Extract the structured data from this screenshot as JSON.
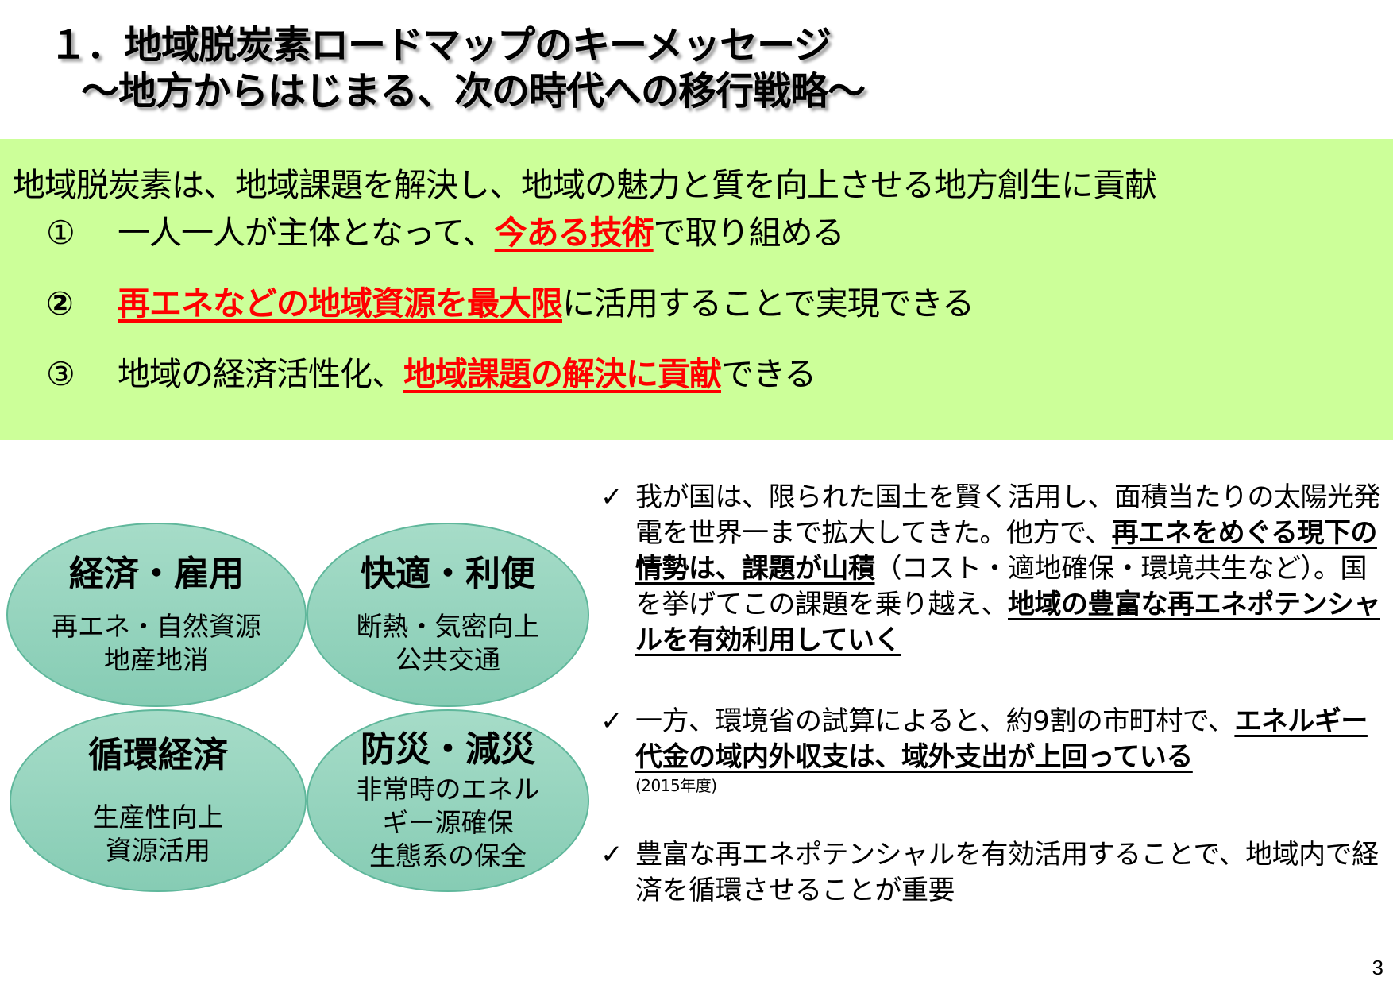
{
  "title": {
    "line1": "１．地域脱炭素ロードマップのキーメッセージ",
    "line2": "～地方からはじまる、次の時代への移行戦略～"
  },
  "key_message": {
    "lead": "地域脱炭素は、地域課題を解決し、地域の魅力と質を向上させる地方創生に貢献",
    "points": [
      {
        "num": "①",
        "before": "一人一人が主体となって、",
        "highlight": "今ある技術",
        "after": "で取り組める"
      },
      {
        "num": "②",
        "before": "",
        "highlight": "再エネなどの地域資源を最大限",
        "after": "に活用することで実現できる"
      },
      {
        "num": "③",
        "before": "地域の経済活性化、",
        "highlight": "地域課題の解決に貢献",
        "after": "できる"
      }
    ],
    "highlight_color": "#ff0000",
    "band_color": "#ccff99"
  },
  "benefits": [
    {
      "head": "経済・雇用",
      "sub1": "再エネ・自然資源",
      "sub2": "地産地消",
      "sub3": ""
    },
    {
      "head": "快適・利便",
      "sub1": "断熱・気密向上",
      "sub2": "公共交通",
      "sub3": ""
    },
    {
      "head": "循環経済",
      "sub1": "生産性向上",
      "sub2": "資源活用",
      "sub3": ""
    },
    {
      "head": "防災・減災",
      "sub1": "非常時のエネル",
      "sub2": "ギー源確保",
      "sub3": "生態系の保全"
    }
  ],
  "bullets": [
    {
      "icon": "check-icon",
      "t1": "我が国は、限られた国土を賢く活用し、面積当たりの太陽光発電を世界一まで拡大してきた。他方で、",
      "b1": "再エネをめぐる現下の情勢は、課題が山積",
      "t2": "（コスト・適地確保・環境共生など）。国を挙げてこの課題を乗り越え、",
      "b2": "地域の豊富な再エネポテンシャルを有効利用していく"
    },
    {
      "icon": "check-icon",
      "t1": "一方、環境省の試算によると、約9割の市町村で、",
      "b1": "エネルギー代金の域内外収支は、域外支出が上回っている",
      "note": "(2015年度)"
    },
    {
      "icon": "check-icon",
      "t1": "豊富な再エネポテンシャルを有効活用することで、地域内で経済を循環させることが重要"
    }
  ],
  "page_number": "3",
  "check_glyph": "✓"
}
